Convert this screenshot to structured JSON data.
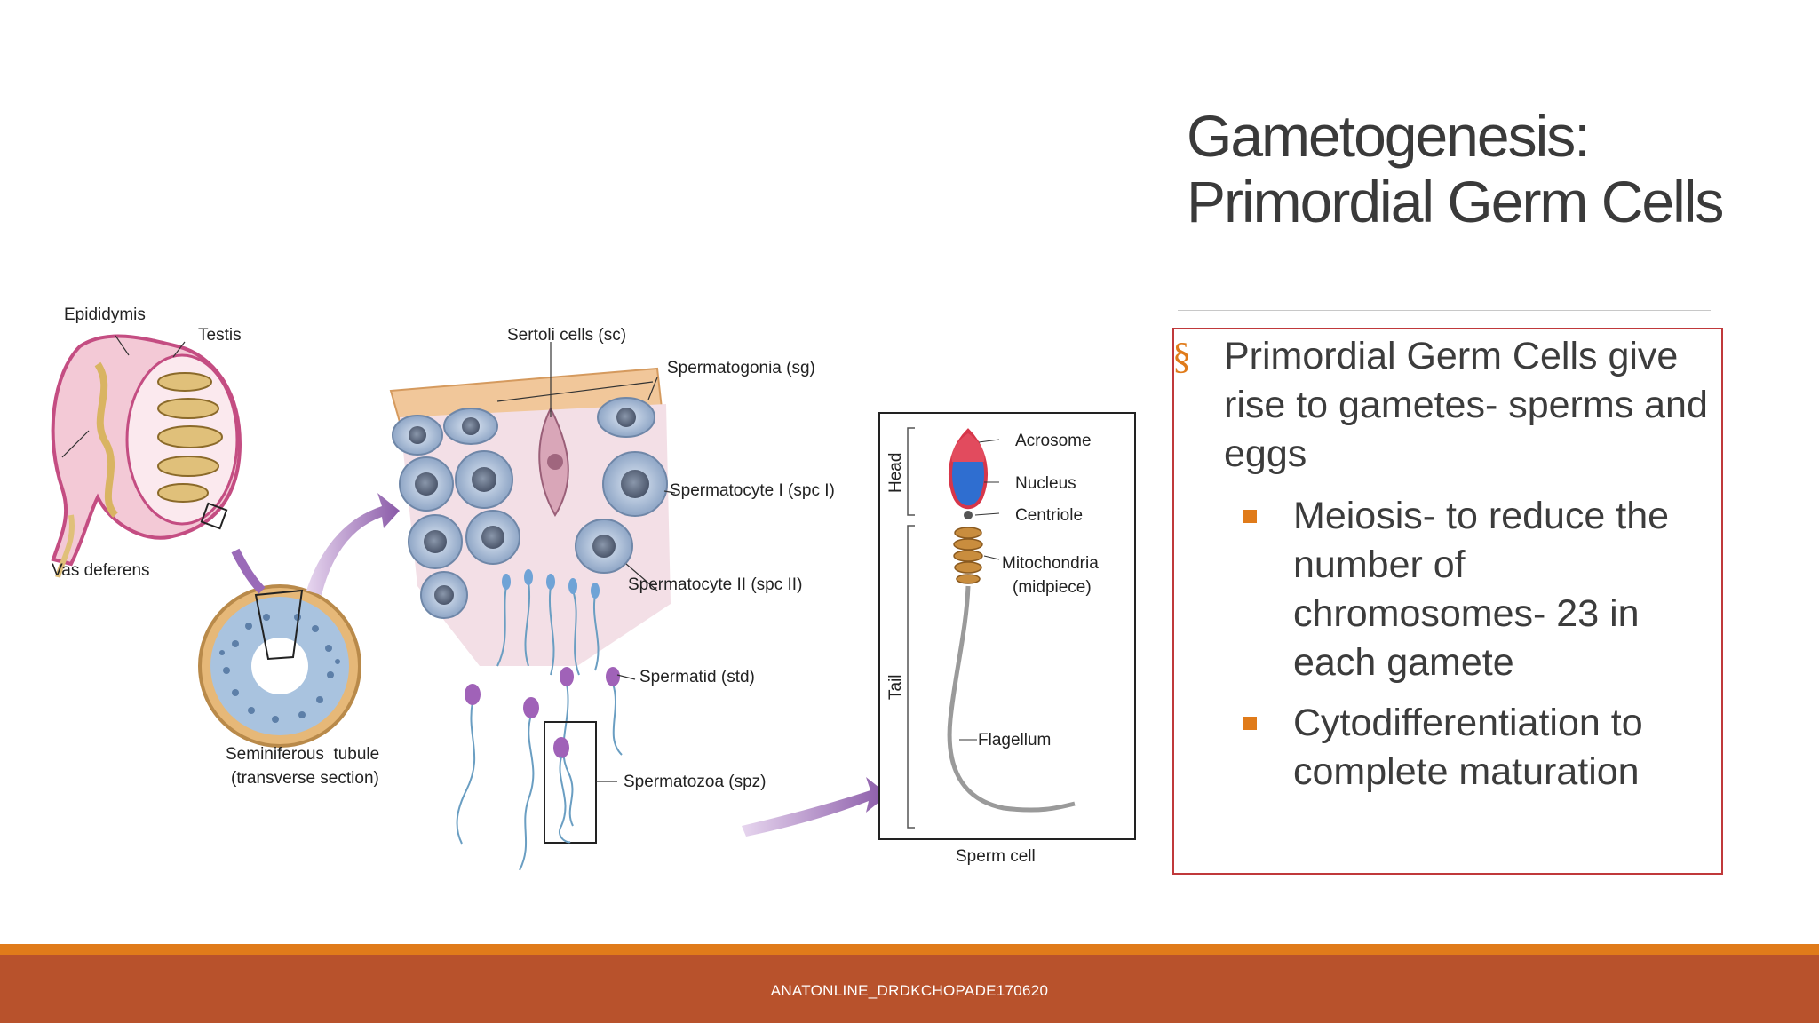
{
  "slide": {
    "title": "Gametogenesis: Primordial Germ Cells",
    "bullets": [
      {
        "text": "Primordial Germ Cells give rise to gametes- sperms and eggs",
        "marker": "§",
        "sub_bullets": [
          {
            "text": "Meiosis- to reduce the number of chromosomes- 23 in each gamete"
          },
          {
            "text": "Cytodifferentiation to complete maturation"
          }
        ]
      }
    ],
    "footer": "ANATONLINE_DRDKCHOPADE170620"
  },
  "figure": {
    "labels": {
      "epididymis": "Epididymis",
      "testis": "Testis",
      "vas_deferens": "Vas deferens",
      "seminiferous_line1": "Seminiferous  tubule",
      "seminiferous_line2": "(transverse section)",
      "sertoli": "Sertoli cells (sc)",
      "spermatogonia": "Spermatogonia (sg)",
      "spermatocyte_1": "Spermatocyte I (spc I)",
      "spermatocyte_2": "Spermatocyte II (spc II)",
      "spermatid": "Spermatid (std)",
      "spermatozoa": "Spermatozoa (spz)",
      "head": "Head",
      "tail": "Tail",
      "acrosome": "Acrosome",
      "nucleus": "Nucleus",
      "centriole": "Centriole",
      "mitochondria": "Mitochondria",
      "midpiece": "(midpiece)",
      "flagellum": "Flagellum",
      "sperm_cell": "Sperm cell"
    }
  },
  "colors": {
    "accent": "#e07b1a",
    "footer": "#b8522c",
    "box_border": "#c0393b",
    "title": "#3a3a3a"
  }
}
